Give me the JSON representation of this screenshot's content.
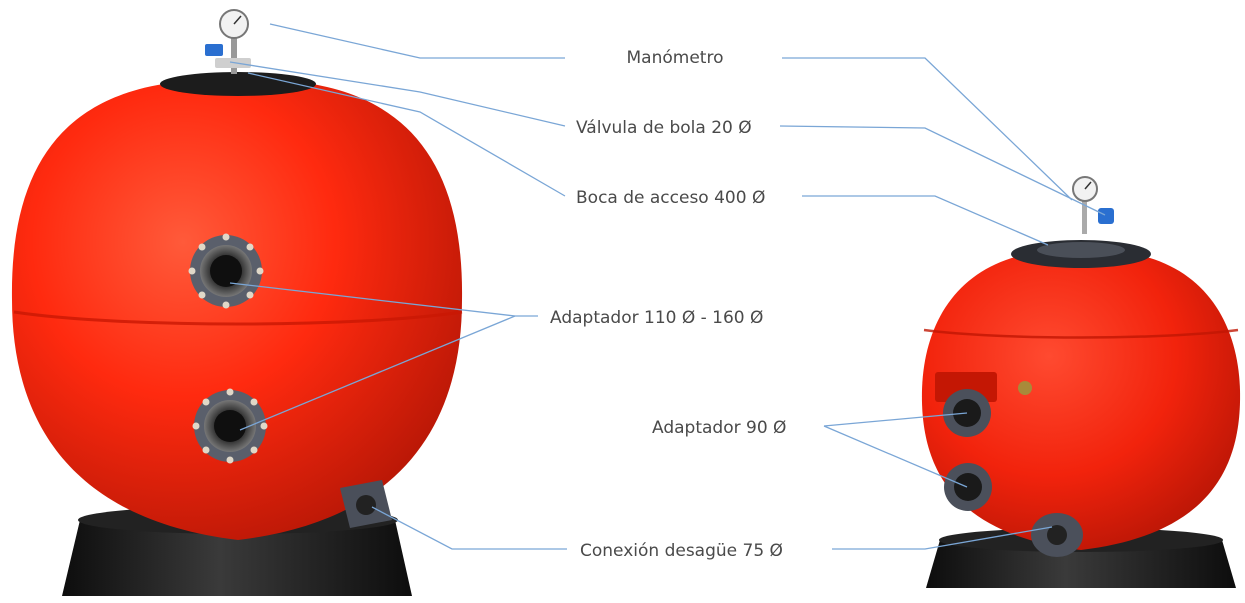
{
  "labels": {
    "manometro": "Manómetro",
    "valvula": "Válvula de bola 20 Ø",
    "boca": "Boca de acceso 400 Ø",
    "adaptador_large": "Adaptador 110 Ø - 160 Ø",
    "adaptador_small": "Adaptador 90 Ø",
    "conexion": "Conexión desagüe 75 Ø"
  },
  "colors": {
    "tank_red": "#ff2a0f",
    "tank_dark_red": "#c81a05",
    "base_black": "#1a1a1a",
    "leader_line": "#7aa6d6",
    "label_text": "#4a4a4a"
  }
}
